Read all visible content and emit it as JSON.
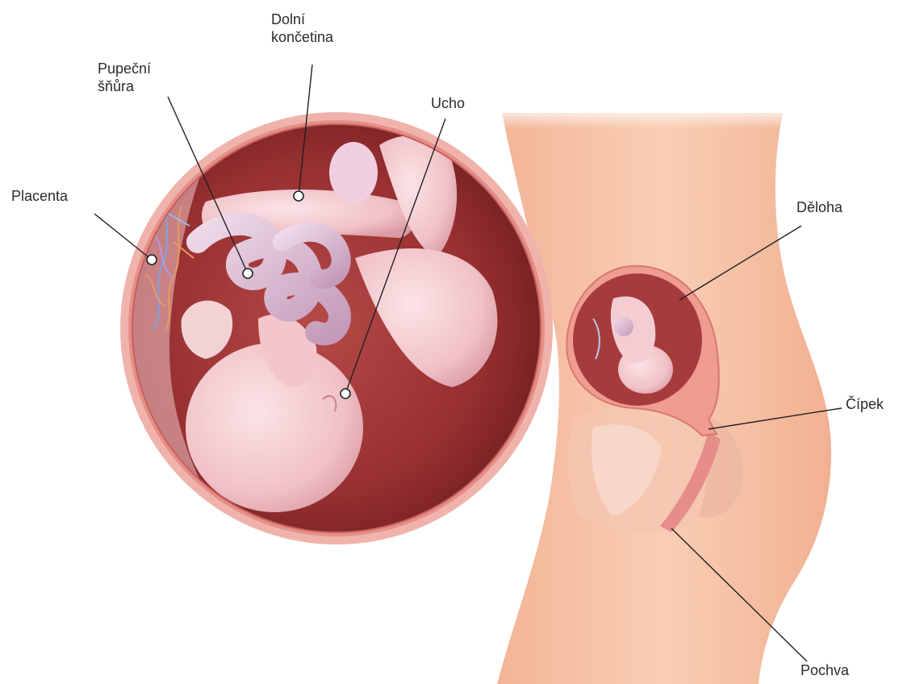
{
  "labels": {
    "placenta": "Placenta",
    "umbilical_cord": [
      "Pupeční",
      "šňůra"
    ],
    "lower_limb": [
      "Dolní",
      "končetina"
    ],
    "ear": "Ucho",
    "uterus": "Děloha",
    "cervix": "Čípek",
    "vagina": "Pochva"
  },
  "colors": {
    "skin": "#f7c9ad",
    "skin_dark": "#eaa88a",
    "uterus_wall": "#e9938a",
    "amniotic": "#a9403f",
    "fetus": "#f6d3d3",
    "cord": "#d7b3cf",
    "leader": "#222222"
  }
}
